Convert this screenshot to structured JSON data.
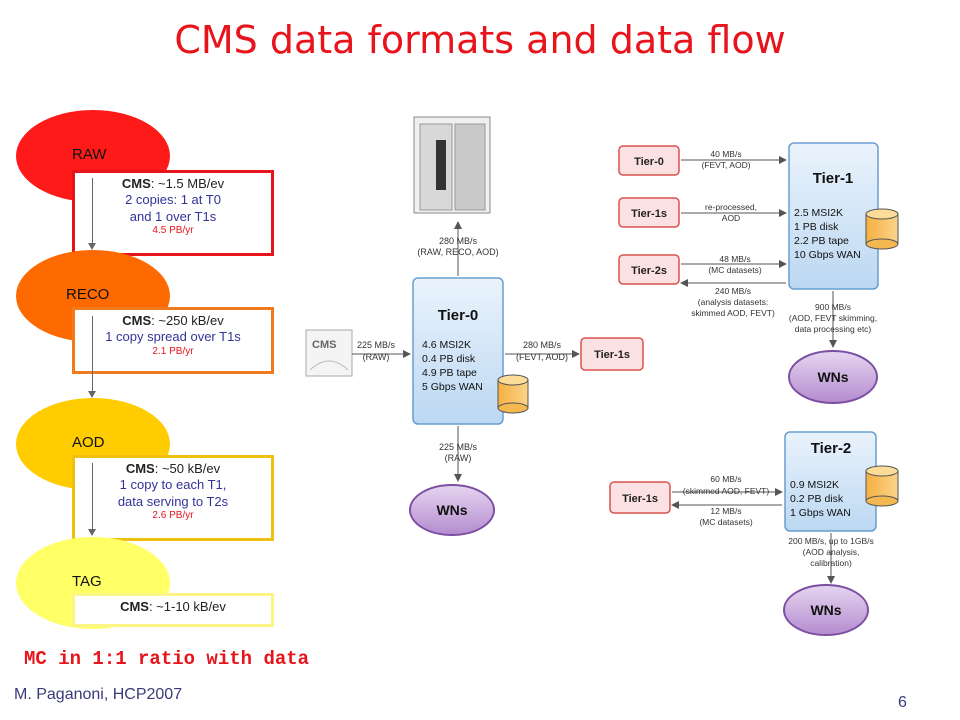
{
  "title": "CMS data formats and data flow",
  "formats": [
    {
      "name": "RAW",
      "color": "#ff1a1a",
      "border": "#e8141c",
      "line1_b": "CMS",
      "line1": ": ~1.5 MB/ev",
      "line2": "2 copies: 1 at T0",
      "line3": "and 1 over T1s",
      "small": "4.5 PB/yr"
    },
    {
      "name": "RECO",
      "color": "#ff6a00",
      "border": "#f07a1c",
      "line1_b": "CMS",
      "line1": ": ~250 kB/ev",
      "line2": "1 copy spread over T1s",
      "line3": "",
      "small": "2.1 PB/yr"
    },
    {
      "name": "AOD",
      "color": "#ffcc00",
      "border": "#f0c010",
      "line1_b": "CMS",
      "line1": ": ~50 kB/ev",
      "line2": "1 copy to each T1,",
      "line3": "data serving to T2s",
      "small": "2.6 PB/yr"
    },
    {
      "name": "TAG",
      "color": "#ffff66",
      "border": "#fbf585",
      "line1_b": "CMS",
      "line1": ": ~1-10 kB/ev",
      "line2": "",
      "line3": "",
      "small": ""
    }
  ],
  "mc_note": "MC in 1:1 ratio with data",
  "author": "M. Paganoni, HCP2007",
  "page_number": "6",
  "diagram": {
    "cms_logo": "CMS",
    "tier0": {
      "title": "Tier-0",
      "specs": [
        "4.6 MSI2K",
        "0.4 PB disk",
        "4.9 PB tape",
        "5 Gbps WAN"
      ]
    },
    "tier1": {
      "title": "Tier-1",
      "specs": [
        "2.5 MSI2K",
        "1 PB disk",
        "2.2 PB tape",
        "10 Gbps WAN"
      ]
    },
    "tier2": {
      "title": "Tier-2",
      "specs": [
        "0.9 MSI2K",
        "0.2 PB disk",
        "1 Gbps WAN"
      ]
    },
    "t0_in": [
      "225 MB/s",
      "(RAW)"
    ],
    "t0_top": [
      "280 MB/s",
      "(RAW, RECO, AOD)"
    ],
    "t0_out": [
      "280 MB/s",
      "(FEVT, AOD)"
    ],
    "t0_wn": [
      "225 MB/s",
      "(RAW)"
    ],
    "t1_from_t0": [
      "40 MB/s",
      "(FEVT, AOD)"
    ],
    "t1_from_t1s": [
      "re-processed,",
      "AOD"
    ],
    "t1_from_t2s": [
      "48 MB/s",
      "(MC datasets)"
    ],
    "t1_to_t2s": [
      "240 MB/s",
      "(analysis datasets:",
      "skimmed AOD, FEVT)"
    ],
    "t1_wn": [
      "900 MB/s",
      "(AOD, FEVT skimming,",
      "data processing etc)"
    ],
    "t2_in": [
      "60 MB/s",
      "(skimmed AOD, FEVT)"
    ],
    "t2_out": [
      "12 MB/s",
      "(MC datasets)"
    ],
    "t2_wn": [
      "200 MB/s, up to 1GB/s",
      "(AOD analysis,",
      "calibration)"
    ],
    "labels": {
      "tier0": "Tier-0",
      "tier1s": "Tier-1s",
      "tier2s": "Tier-2s",
      "wns": "WNs"
    }
  }
}
